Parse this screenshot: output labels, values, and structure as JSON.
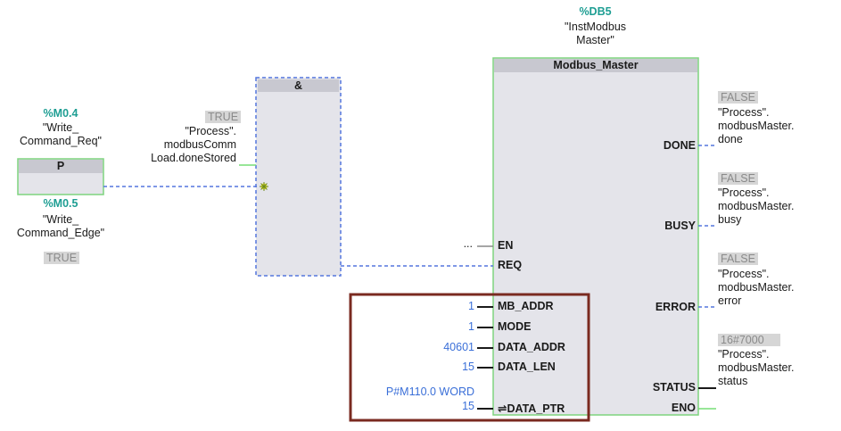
{
  "pcontact": {
    "top_addr": "%M0.4",
    "top_tag": "\"Write_\nCommand_Req\"",
    "label": "P",
    "bottom_addr": "%M0.5",
    "bottom_tag": "\"Write_\nCommand_Edge\"",
    "bottom_state": "TRUE"
  },
  "and_block": {
    "label": "&",
    "input_state": "TRUE",
    "input_tag": "\"Process\".\nmodbusComm\nLoad.doneStored"
  },
  "modbus_block": {
    "db_addr": "%DB5",
    "instance_name": "\"InstModbus\nMaster\"",
    "title": "Modbus_Master",
    "inputs": [
      {
        "pin": "EN",
        "value": "..."
      },
      {
        "pin": "REQ",
        "value": ""
      },
      {
        "pin": "MB_ADDR",
        "value": "1"
      },
      {
        "pin": "MODE",
        "value": "1"
      },
      {
        "pin": "DATA_ADDR",
        "value": "40601"
      },
      {
        "pin": "DATA_LEN",
        "value": "15"
      },
      {
        "pin": "⇌DATA_PTR",
        "value": "15",
        "value_above": "P#M110.0 WORD"
      }
    ],
    "outputs": [
      {
        "pin": "DONE",
        "state": "FALSE",
        "tag": "\"Process\".\nmodbusMaster.\ndone"
      },
      {
        "pin": "BUSY",
        "state": "FALSE",
        "tag": "\"Process\".\nmodbusMaster.\nbusy"
      },
      {
        "pin": "ERROR",
        "state": "FALSE",
        "tag": "\"Process\".\nmodbusMaster.\nerror"
      },
      {
        "pin": "STATUS",
        "state": "16#7000",
        "tag": "\"Process\".\nmodbusMaster.\nstatus"
      },
      {
        "pin": "ENO",
        "state": "",
        "tag": ""
      }
    ]
  },
  "colors": {
    "wire_active": "#5577dd",
    "wire_green": "#77dd77",
    "block_border": "#7fd47f",
    "block_fill": "#e4e4ea",
    "highlight_box": "#7a2a20",
    "teal": "#1e9e93"
  }
}
